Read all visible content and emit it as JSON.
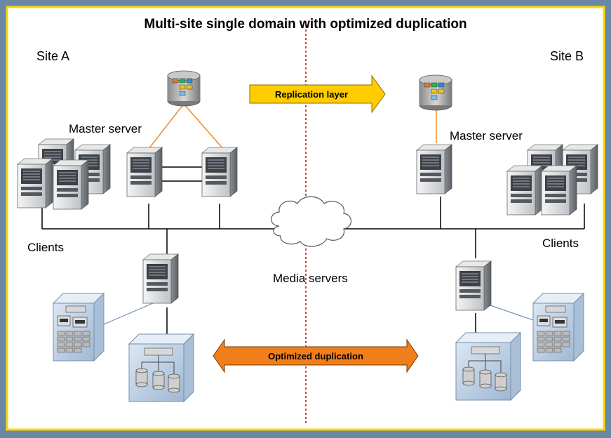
{
  "title": "Multi-site single domain with optimized duplication",
  "sites": {
    "a": "Site A",
    "b": "Site B"
  },
  "labels": {
    "master_a": "Master server",
    "master_b": "Master server",
    "clients_a": "Clients",
    "clients_b": "Clients",
    "media": "Media servers"
  },
  "arrows": {
    "replication": "Replication layer",
    "duplication": "Optimized duplication"
  },
  "colors": {
    "background": "#6b87a6",
    "panel": "#ffffff",
    "border": "#ffd700",
    "divider": "#cc0000",
    "replication_arrow": "#ffcc00",
    "duplication_arrow": "#f07e1a",
    "master_link": "#f08a2a",
    "storage_link": "#7090b0"
  }
}
